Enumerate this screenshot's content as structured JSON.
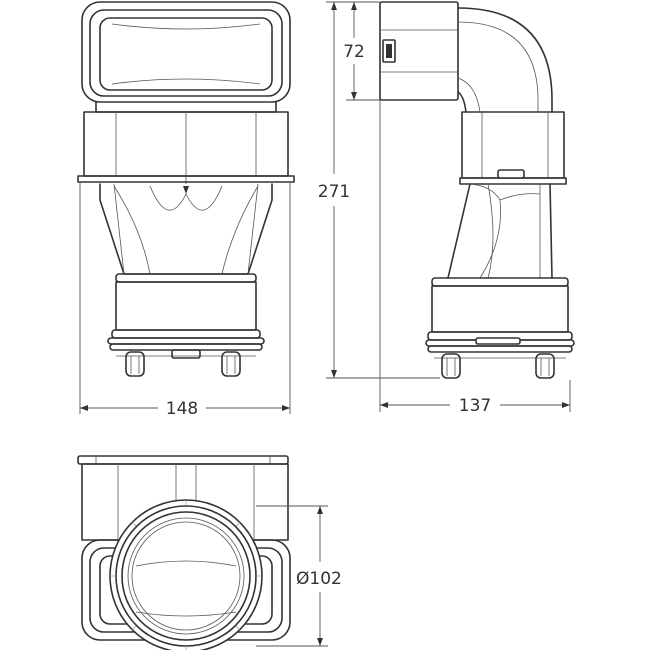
{
  "dimensions": {
    "height_total": "271",
    "height_outlet": "72",
    "width_front": "148",
    "depth_side": "137",
    "diameter_outlet": "Ø102"
  },
  "colors": {
    "line": "#333333",
    "background": "#ffffff"
  }
}
